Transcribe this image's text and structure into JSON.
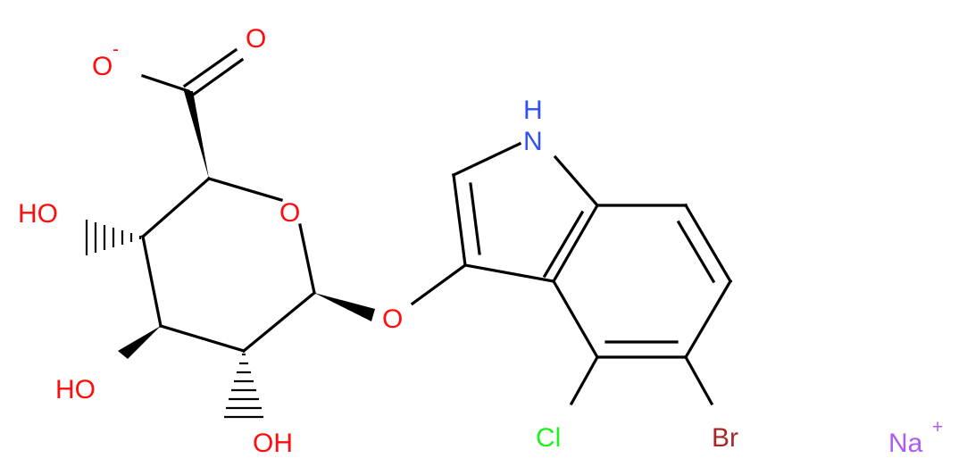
{
  "colors": {
    "bond": "#000000",
    "oxygen": "#ff0d0d",
    "nitrogen": "#3050f8",
    "chlorine": "#1ff01f",
    "bromine": "#a62929",
    "sodium": "#ab5cf2"
  },
  "atoms": {
    "carboxylate_o_minus": "O",
    "carboxylate_charge": "-",
    "carbonyl_o": "O",
    "ring_o": "O",
    "ho_c4": "HO",
    "ho_c3": "HO",
    "ho_c2": "OH",
    "glycosidic_o": "O",
    "indole_nh": "H",
    "indole_n": "N",
    "chlorine": "Cl",
    "bromine": "Br",
    "sodium": "Na",
    "sodium_charge": "+"
  }
}
